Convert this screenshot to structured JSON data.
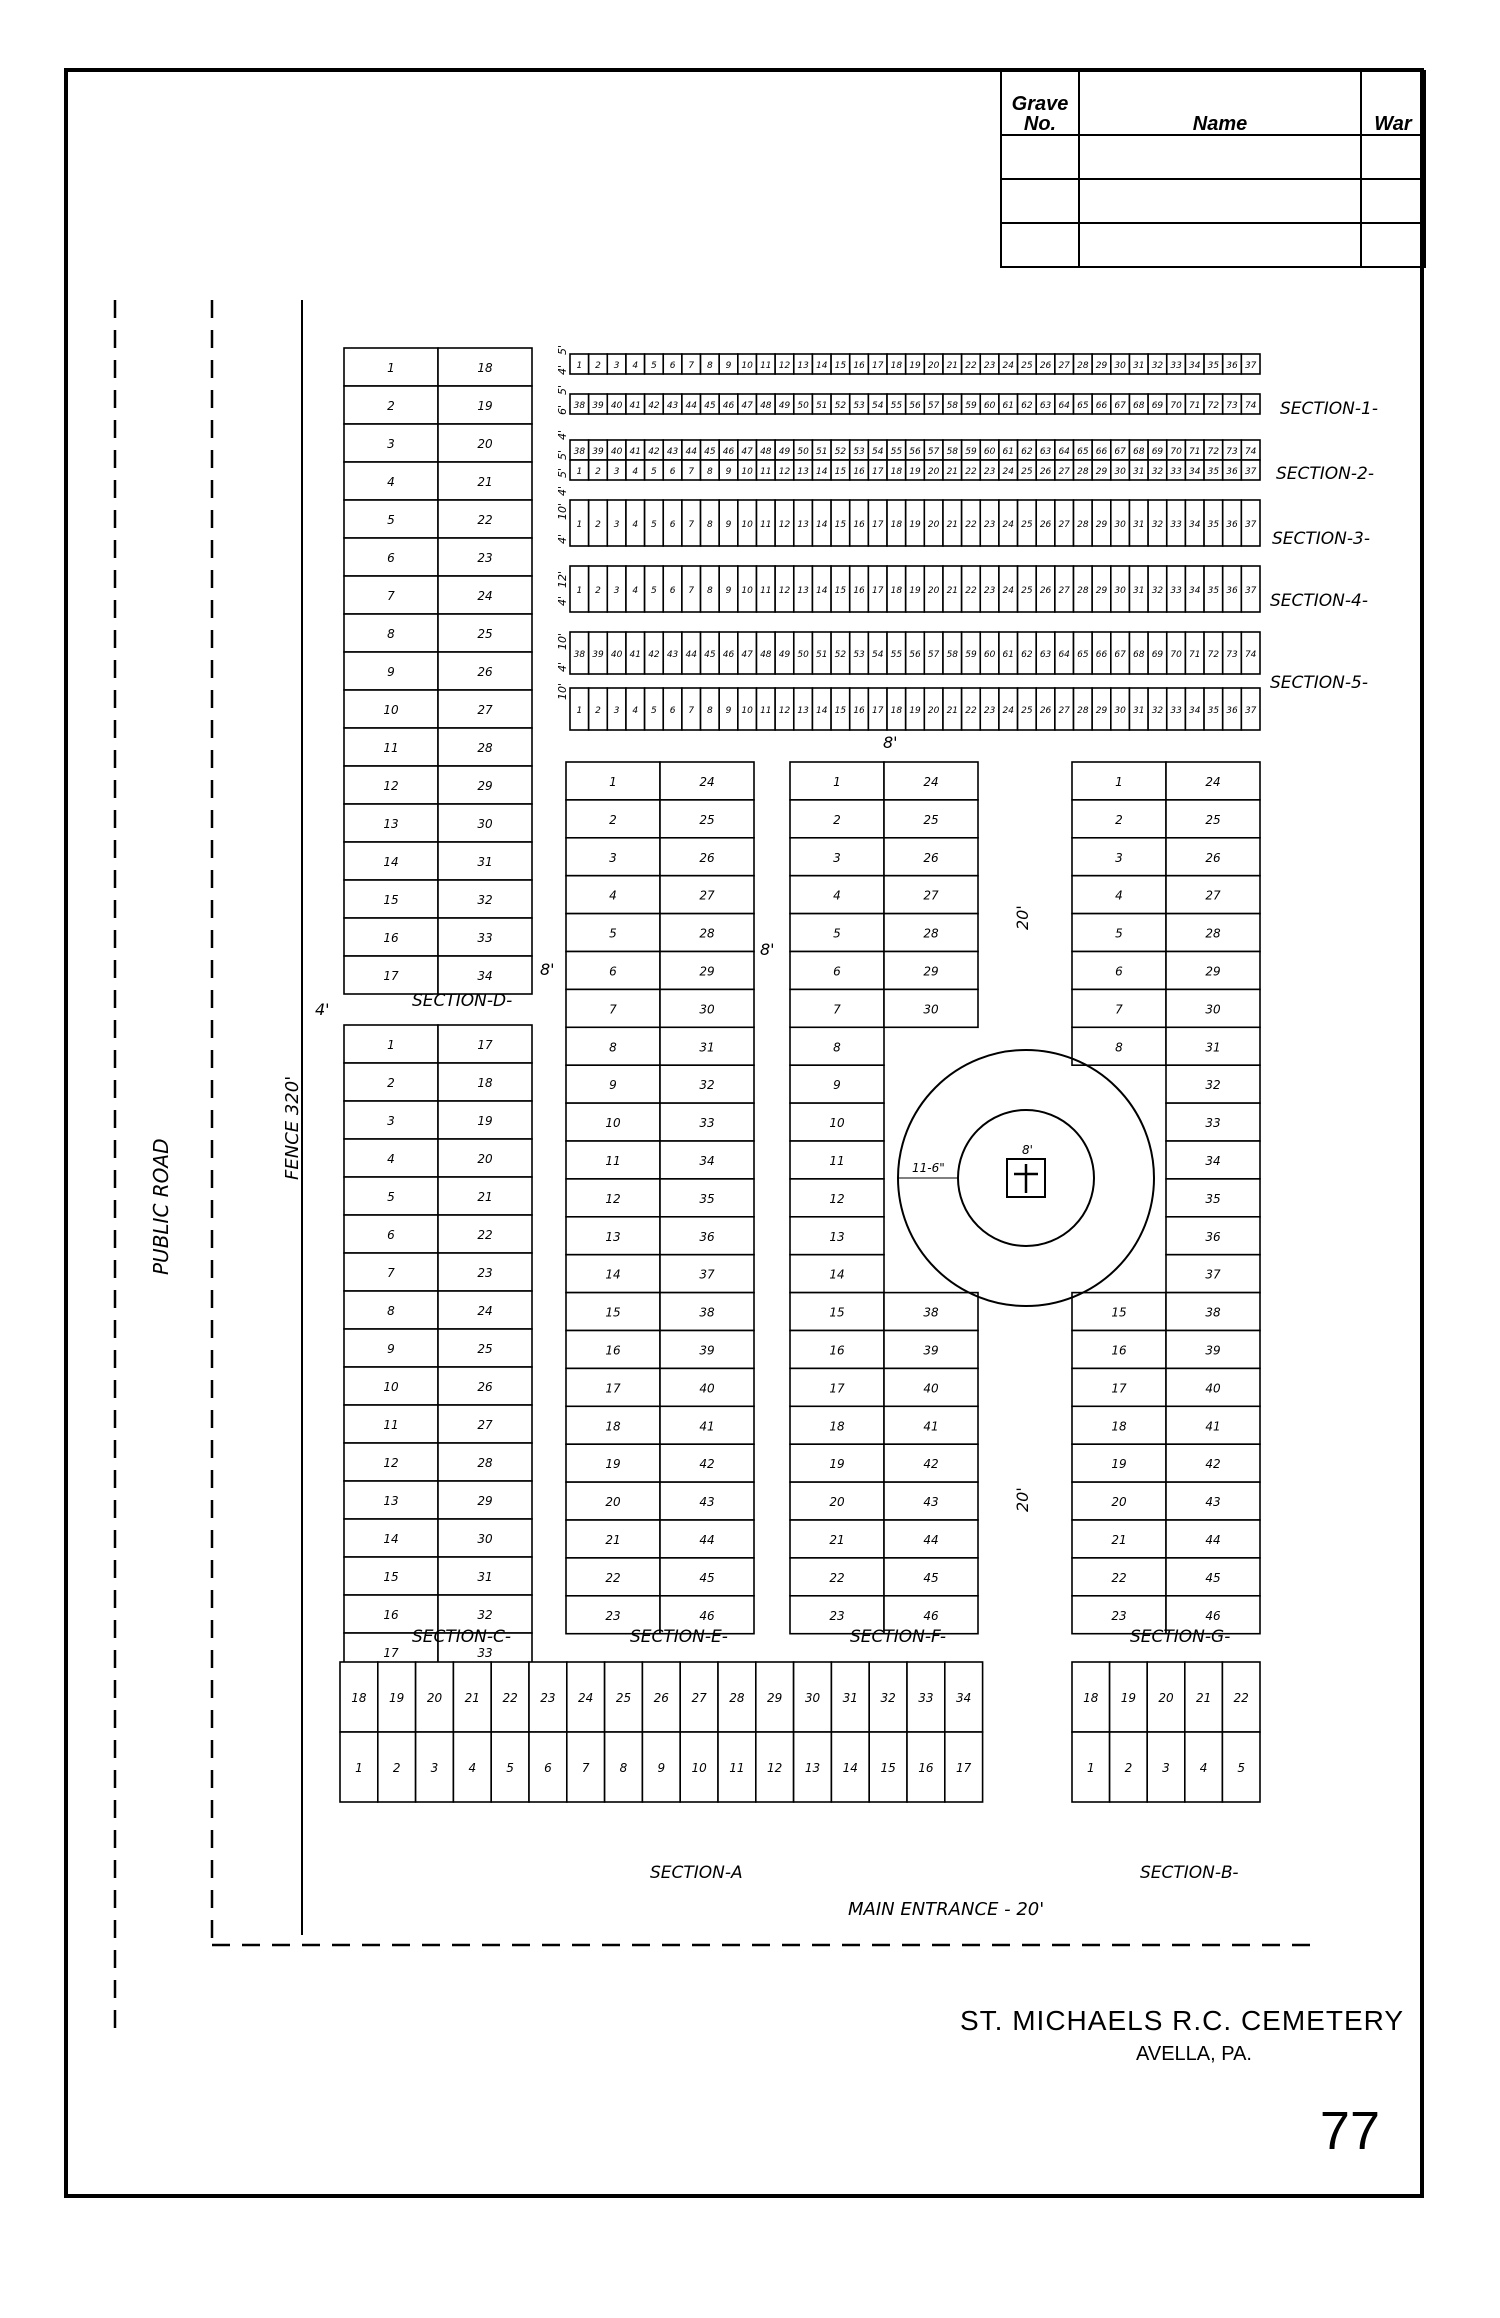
{
  "legend": {
    "headers": [
      "Grave\nNo.",
      "Name",
      "War"
    ],
    "rows": 3
  },
  "labels": {
    "public_road": "PUBLIC ROAD",
    "fence": "FENCE 320'",
    "main_entrance": "MAIN ENTRANCE - 20'",
    "dim_4": "4'",
    "dim_8": "8'",
    "dim_20": "20'",
    "dim_11_6": "11-6\"",
    "dim_8_cross": "8'"
  },
  "sections": {
    "s1": "SECTION-1-",
    "s2": "SECTION-2-",
    "s3": "SECTION-3-",
    "s4": "SECTION-4-",
    "s5": "SECTION-5-",
    "d": "SECTION-D-",
    "c": "SECTION-C-",
    "e": "SECTION-E-",
    "f": "SECTION-F-",
    "g": "SECTION-G-",
    "a": "SECTION-A",
    "b": "SECTION-B-"
  },
  "row_dims": [
    "5'",
    "4'",
    "5'",
    "6'",
    "4'",
    "5'",
    "5'",
    "4'",
    "10'",
    "4'",
    "12'",
    "4'",
    "10'",
    "4'",
    "10'"
  ],
  "cemetery": {
    "name": "ST. MICHAELS R.C. CEMETERY",
    "location": "AVELLA, PA."
  },
  "page_number": "77"
}
